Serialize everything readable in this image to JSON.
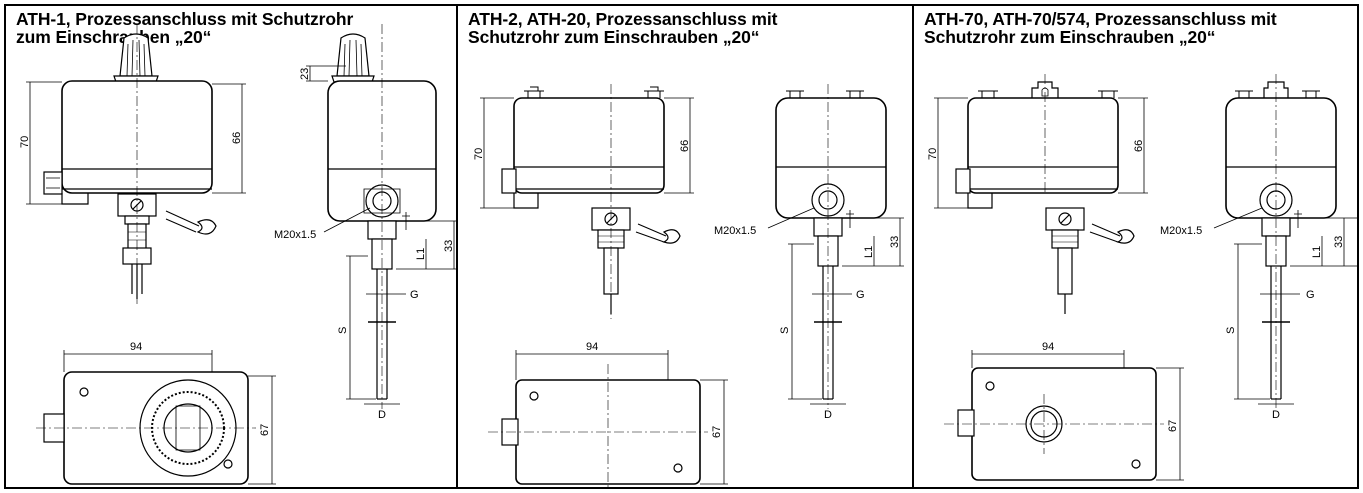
{
  "panels": [
    {
      "id": "ath1",
      "title_lines": [
        "ATH-1, Prozessanschluss mit Schutzrohr",
        "zum Einschrauben „20“"
      ],
      "dims": {
        "h70": "70",
        "h66": "66",
        "h23": "23",
        "h33": "33",
        "l1": "L1",
        "s": "S",
        "g": "G",
        "d": "D",
        "m20": "M20x1.5",
        "w94": "94",
        "h67": "67"
      }
    },
    {
      "id": "ath2",
      "title_lines": [
        "ATH-2, ATH-20, Prozessanschluss mit",
        "Schutzrohr zum Einschrauben „20“"
      ],
      "dims": {
        "h70": "70",
        "h66": "66",
        "h33": "33",
        "l1": "L1",
        "s": "S",
        "g": "G",
        "d": "D",
        "m20": "M20x1.5",
        "w94": "94",
        "h67": "67"
      }
    },
    {
      "id": "ath70",
      "title_lines": [
        "ATH-70, ATH-70/574, Prozessanschluss mit",
        "Schutzrohr zum Einschrauben „20“"
      ],
      "dims": {
        "h70": "70",
        "h66": "66",
        "h33": "33",
        "l1": "L1",
        "s": "S",
        "g": "G",
        "d": "D",
        "m20": "M20x1.5",
        "w94": "94",
        "h67": "67"
      }
    }
  ]
}
